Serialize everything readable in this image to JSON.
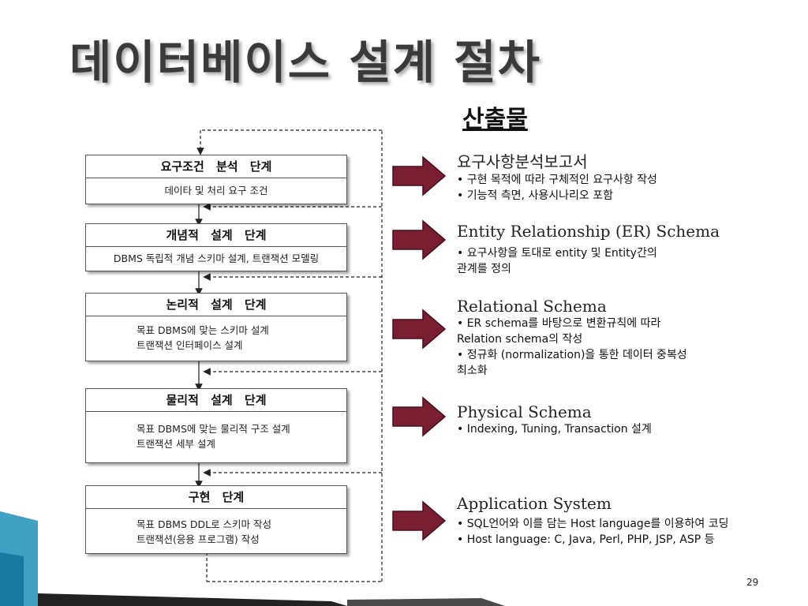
{
  "title": "데이터베이스 설계 절차",
  "output_heading": "산출물",
  "stages": [
    {
      "title": "요구조건 분석 단계",
      "desc": [
        "데이타 및 처리 요구 조건"
      ]
    },
    {
      "title": "개념적 설계 단계",
      "desc": [
        "DBMS 독립적 개념 스키마 설계, 트랜잭션 모델링"
      ]
    },
    {
      "title": "논리적 설계 단계",
      "desc": [
        "목표 DBMS에 맞는 스키마 설계",
        "트랜잭션 인터페이스 설계"
      ]
    },
    {
      "title": "물리적 설계 단계",
      "desc": [
        "목표 DBMS에 맞는 물리적 구조 설계",
        "트랜잭션 세부 설계"
      ]
    },
    {
      "title": "구현 단계",
      "desc": [
        "목표 DBMS DDL로 스키마 작성",
        "트랜잭션(응용 프로그램) 작성"
      ]
    }
  ],
  "deliverables": [
    {
      "title": "요구사항분석보고서",
      "lines": [
        "• 구현 목적에 따라 구체적인 요구사항 작성",
        "• 기능적 측면, 사용시나리오 포함"
      ]
    },
    {
      "title": "Entity Relationship (ER) Schema",
      "lines": [
        "• 요구사항을 토대로 entity 및 Entity간의",
        "관계를 정의"
      ]
    },
    {
      "title": "Relational Schema",
      "lines": [
        "• ER schema를 바탕으로 변환규칙에 따라",
        "Relation schema의 작성",
        "• 정규화 (normalization)을 통한 데이터 중복성",
        "최소화"
      ]
    },
    {
      "title": "Physical Schema",
      "lines": [
        "• Indexing, Tuning, Transaction 설계"
      ]
    },
    {
      "title": "Application System",
      "lines": [
        "• SQL언어와 이를 담는 Host language를 이용하여 코딩",
        "•  Host language: C, Java, Perl, PHP, JSP, ASP 등"
      ]
    }
  ],
  "page_number": "29",
  "colors": {
    "arrow": "#7a1e32",
    "title": "#3a3a3a",
    "corner_blue": "#1f8fb8"
  }
}
